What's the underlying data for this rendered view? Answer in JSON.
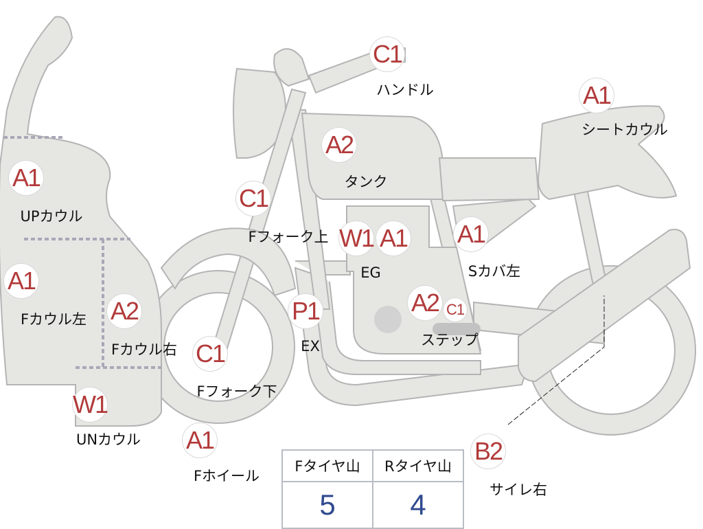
{
  "colors": {
    "part_fill": "#e6e6e3",
    "part_stroke": "#b4b4b4",
    "grade_text": "#b23a3a",
    "tire_value": "#2f4a8f"
  },
  "parts": [
    {
      "grade": "C1",
      "label": "ハンドル"
    },
    {
      "grade": "A1",
      "label": "シートカウル"
    },
    {
      "grade": "A2",
      "label": "タンク"
    },
    {
      "grade": "A1",
      "label": "UPカウル"
    },
    {
      "grade": "C1",
      "label": "Fフォーク上"
    },
    {
      "grade": "W1",
      "grade2": "A1",
      "label": "EG"
    },
    {
      "grade": "A1",
      "label": "Sカバ左"
    },
    {
      "grade": "A1",
      "label": "Fカウル左"
    },
    {
      "grade": "A2",
      "label": "Fカウル右"
    },
    {
      "grade": "P1",
      "label": "EX"
    },
    {
      "grade": "A2",
      "grade2": "C1",
      "label": "ステップ"
    },
    {
      "grade": "C1",
      "label": "Fフォーク下"
    },
    {
      "grade": "W1",
      "label": "UNカウル"
    },
    {
      "grade": "A1",
      "label": "Fホイール"
    },
    {
      "grade": "B2",
      "label": "サイレ右"
    }
  ],
  "tire_table": {
    "headers": [
      "Fタイヤ山",
      "Rタイヤ山"
    ],
    "values": [
      "5",
      "4"
    ]
  }
}
